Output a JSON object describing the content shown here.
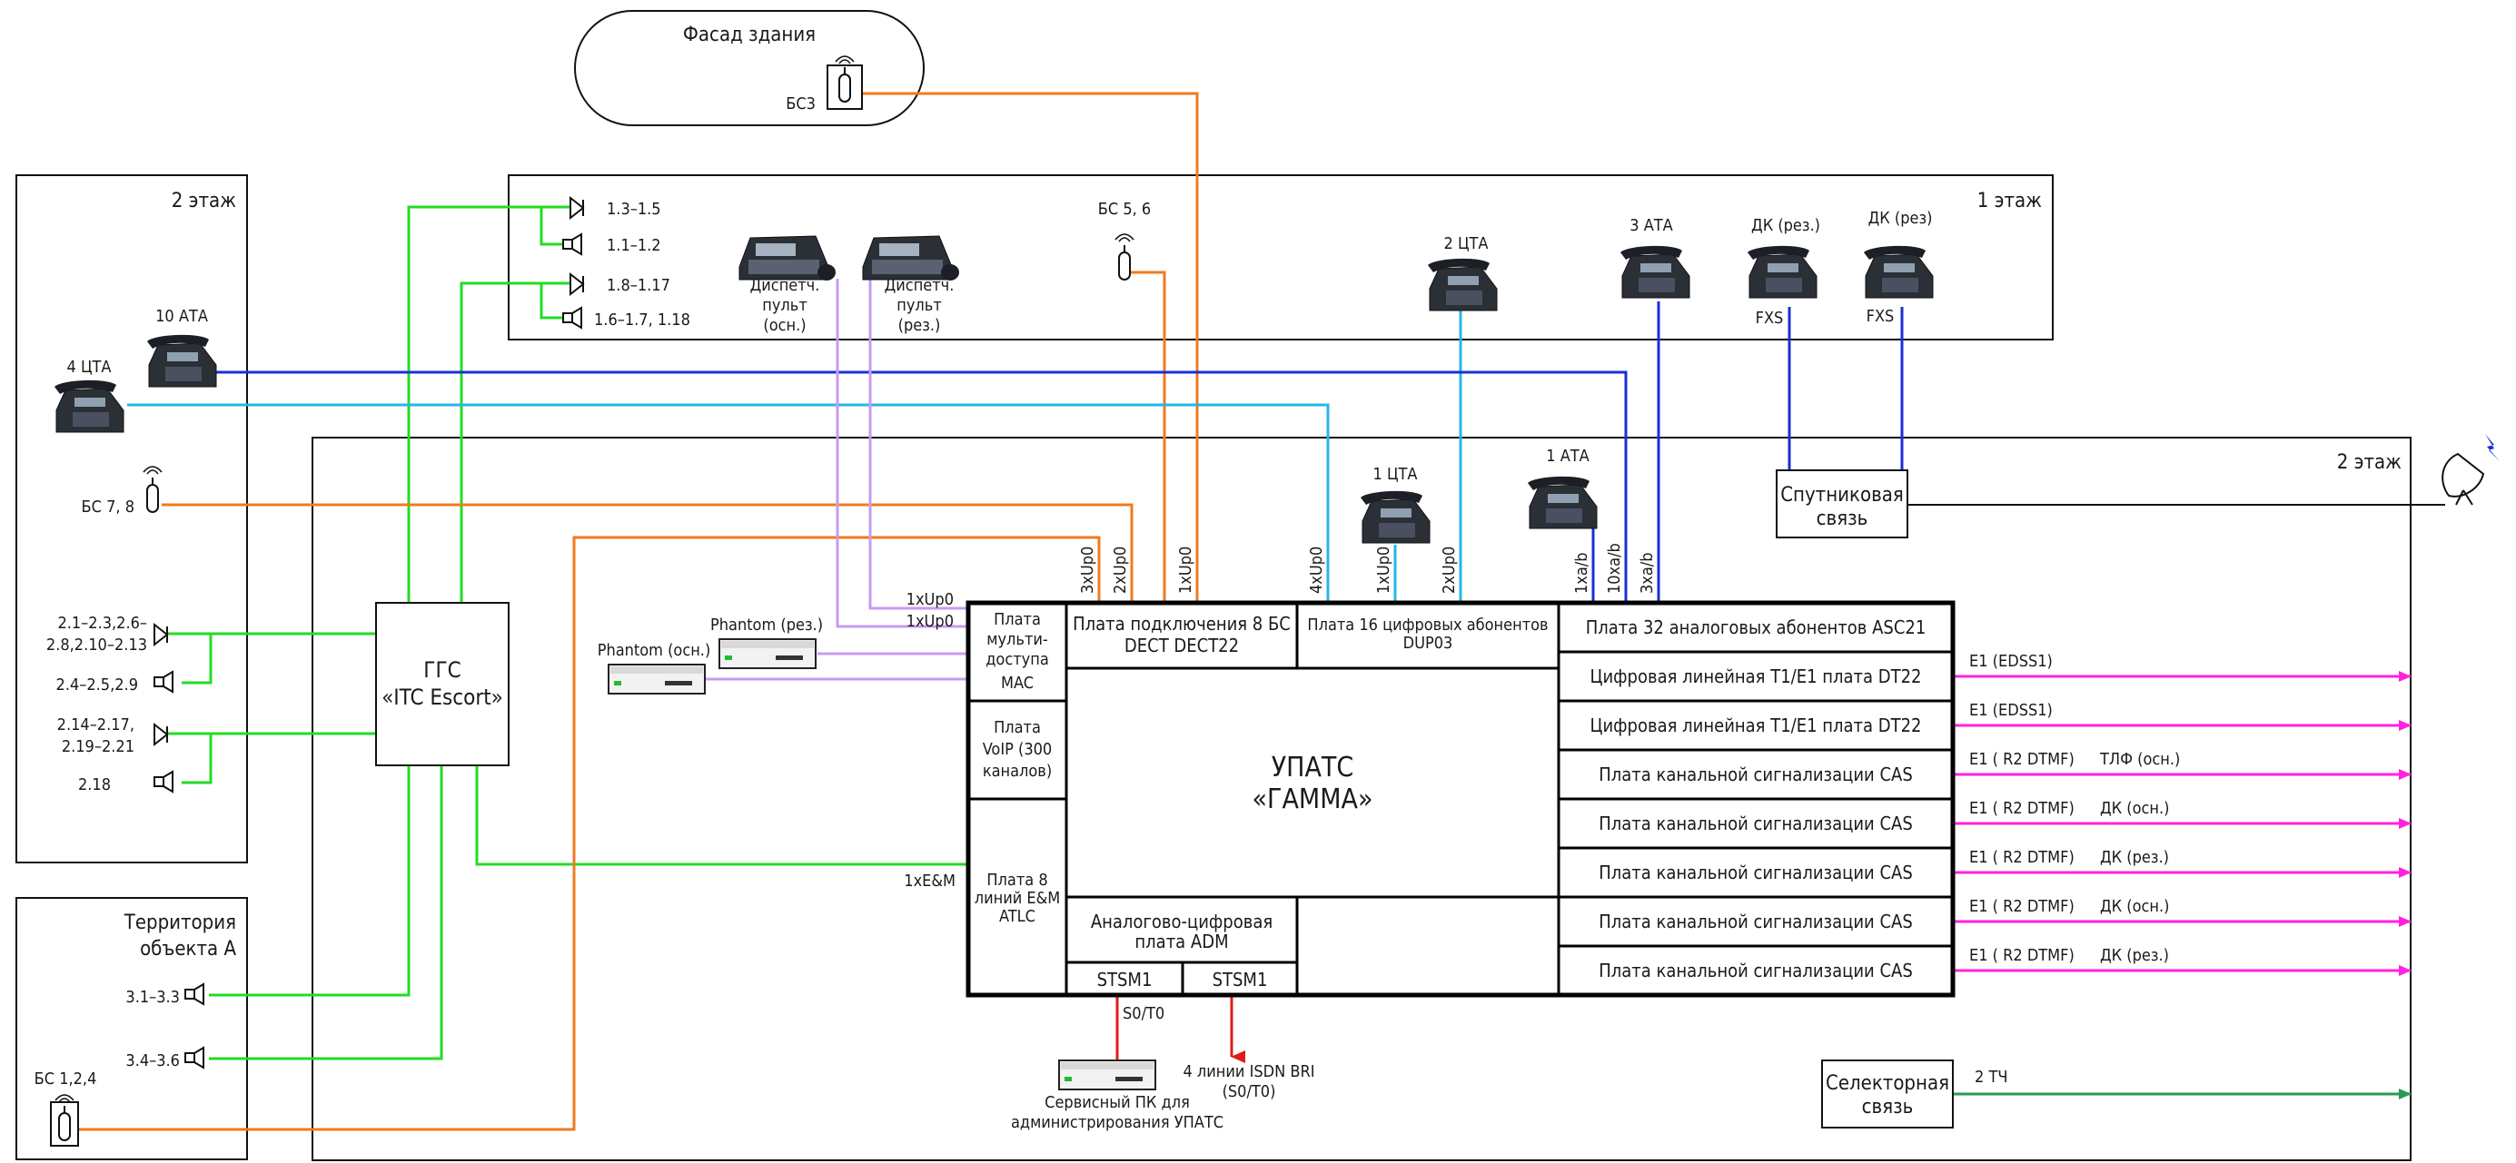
{
  "zones": {
    "facade": "Фасад здания",
    "floor1": "1 этаж",
    "floor2_left": "2 этаж",
    "floor2_main": "2 этаж",
    "territory_l1": "Территория",
    "territory_l2": "объекта А"
  },
  "ggs": {
    "l1": "ГГС",
    "l2": "«ITC Escort»"
  },
  "pbx": {
    "title_l1": "УПАТС",
    "title_l2": "«ГАММА»",
    "mac_l1": "Плата",
    "mac_l2": "мульти-",
    "mac_l3": "доступа",
    "mac_l4": "MAC",
    "voip_l1": "Плата",
    "voip_l2": "VoIP (300",
    "voip_l3": "каналов)",
    "em_l1": "Плата 8",
    "em_l2": "линий E&M",
    "em_l3": "ATLC",
    "dect_l1": "Плата подключения 8 БС",
    "dect_l2": "DECT DECT22",
    "dup_l1": "Плата 16 цифровых абонентов",
    "dup_l2": "DUP03",
    "adm_l1": "Аналогово-цифровая",
    "adm_l2": "плата ADM",
    "stsm1": "STSM1",
    "stsm2": "STSM1",
    "right_cards": [
      "Плата 32 аналоговых абонентов ASC21",
      "Цифровая линейная T1/E1 плата DT22",
      "Цифровая линейная T1/E1 плата DT22",
      "Плата канальной сигнализации CAS",
      "Плата канальной сигнализации CAS",
      "Плата канальной сигнализации CAS",
      "Плата канальной сигнализации CAS",
      "Плата канальной сигнализации CAS"
    ]
  },
  "trunks": [
    {
      "type": "E1 (EDSS1)",
      "dest": ""
    },
    {
      "type": "E1 (EDSS1)",
      "dest": ""
    },
    {
      "type": "E1 ( R2 DTMF)",
      "dest": "ТЛФ (осн.)"
    },
    {
      "type": "E1 ( R2 DTMF)",
      "dest": "ДК (осн.)"
    },
    {
      "type": "E1 ( R2 DTMF)",
      "dest": "ДК (рез.)"
    },
    {
      "type": "E1 ( R2 DTMF)",
      "dest": "ДК (осн.)"
    },
    {
      "type": "E1 ( R2 DTMF)",
      "dest": "ДК (рез.)"
    }
  ],
  "speakers_floor1": [
    "1.3–1.5",
    "1.1–1.2",
    "1.8–1.17",
    "1.6–1.7, 1.18"
  ],
  "speakers_floor2": {
    "s1_l1": "2.1–2.3,2.6–",
    "s1_l2": "2.8,2.10–2.13",
    "s2": "2.4–2.5,2.9",
    "s3_l1": "2.14–2.17,",
    "s3_l2": "2.19–2.21",
    "s4": "2.18"
  },
  "speakers_territory": [
    "3.1–3.3",
    "3.4–3.6"
  ],
  "devices": {
    "bs3": "БС3",
    "bs56": "БС 5, 6",
    "bs78": "БС 7, 8",
    "bs124": "БС 1,2,4",
    "disp1_l1": "Диспетч.",
    "disp1_l2": "пульт",
    "disp1_l3": "(осн.)",
    "disp2_l1": "Диспетч.",
    "disp2_l2": "пульт",
    "disp2_l3": "(рез.)",
    "cta2": "2 ЦТА",
    "ata3": "3 АТА",
    "dk_res_1": "ДК (рез.)",
    "dk_res_2": "ДК (рез)",
    "fxs1": "FXS",
    "fxs2": "FXS",
    "ata10": "10 АТА",
    "cta4": "4 ЦТА",
    "cta1": "1 ЦТА",
    "ata1": "1 АТА",
    "phantom_res": "Phantom (рез.)",
    "phantom_osn": "Phantom (осн.)",
    "sat_l1": "Спутниковая",
    "sat_l2": "связь",
    "sel_l1": "Селекторная",
    "sel_l2": "связь",
    "service_l1": "Сервисный ПК для",
    "service_l2": "администрирования УПАТС",
    "isdn_l1": "4 линии ISDN BRI",
    "isdn_l2": "(S0/T0)"
  },
  "links": {
    "up3": "3xUp0",
    "up2a": "2xUp0",
    "up1": "1xUp0",
    "up4": "4xUp0",
    "up1b": "1xUp0",
    "up2b": "2xUp0",
    "ab1": "1xa/b",
    "ab10": "10xa/b",
    "ab3": "3xa/b",
    "mac_up1": "1xUp0",
    "mac_up2": "1xUp0",
    "em": "1xE&M",
    "s0": "S0/T0",
    "tch": "2 ТЧ"
  },
  "colors": {
    "ggs_line": "#22dd22",
    "dect_line": "#f07a1e",
    "digital_line": "#25b7e8",
    "analog_line": "#1a2fd6",
    "console_line": "#c79bf0",
    "trunk_line": "#ff22dd",
    "isdn_line": "#e41a1a",
    "selector_line": "#2a9a55"
  }
}
